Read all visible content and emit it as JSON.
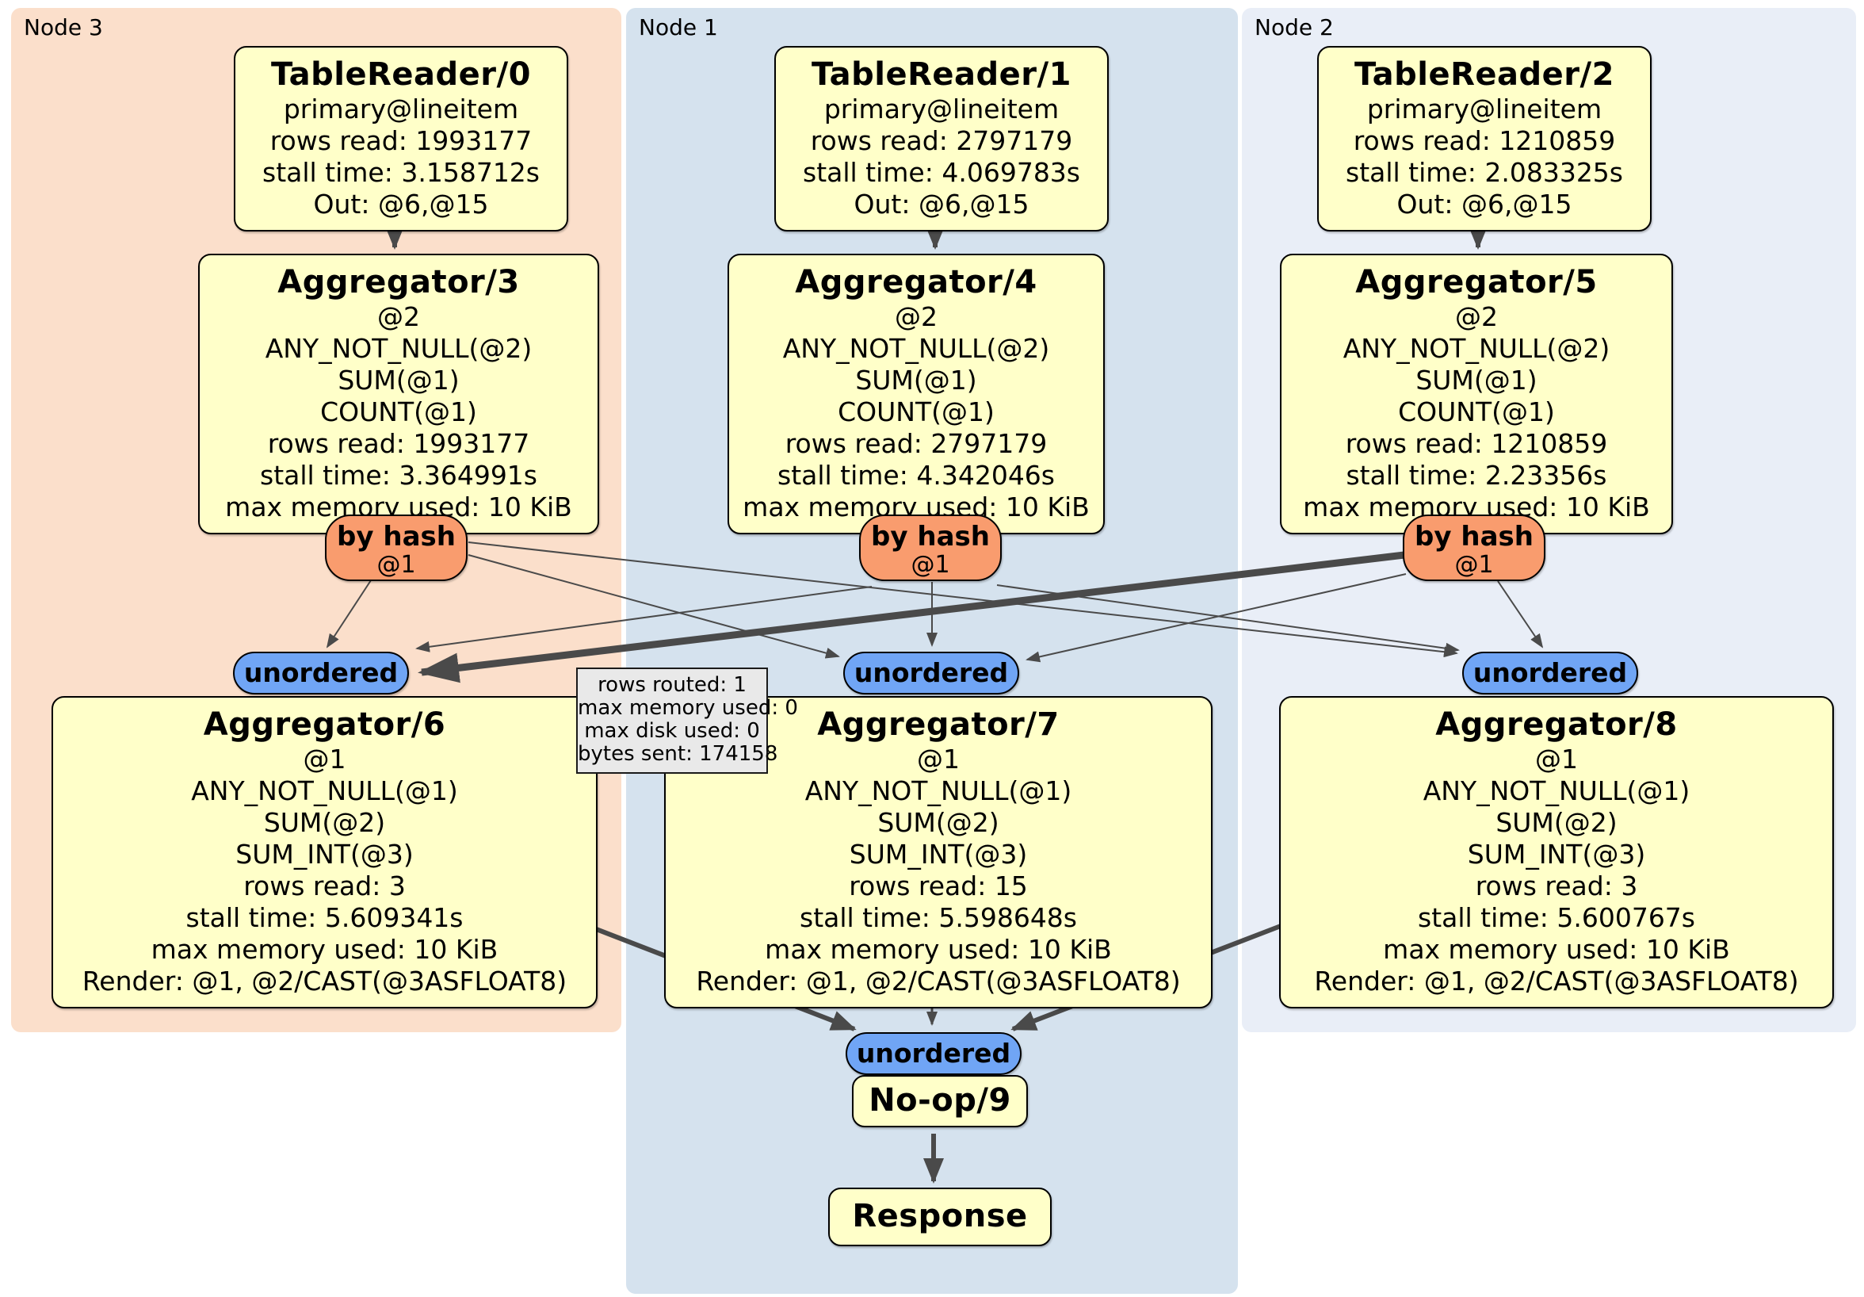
{
  "panels": [
    {
      "label": "Node 3"
    },
    {
      "label": "Node 1"
    },
    {
      "label": "Node 2"
    }
  ],
  "routers": {
    "hash_label": "by hash",
    "hash_sub": "@1",
    "unordered_label": "unordered"
  },
  "nodes": {
    "tr0": {
      "title": "TableReader/0",
      "lines": [
        "primary@lineitem",
        "rows read: 1993177",
        "stall time: 3.158712s",
        "Out: @6,@15"
      ]
    },
    "tr1": {
      "title": "TableReader/1",
      "lines": [
        "primary@lineitem",
        "rows read: 2797179",
        "stall time: 4.069783s",
        "Out: @6,@15"
      ]
    },
    "tr2": {
      "title": "TableReader/2",
      "lines": [
        "primary@lineitem",
        "rows read: 1210859",
        "stall time: 2.083325s",
        "Out: @6,@15"
      ]
    },
    "agg3": {
      "title": "Aggregator/3",
      "lines": [
        "@2",
        "ANY_NOT_NULL(@2)",
        "SUM(@1)",
        "COUNT(@1)",
        "rows read: 1993177",
        "stall time: 3.364991s",
        "max memory used: 10 KiB"
      ]
    },
    "agg4": {
      "title": "Aggregator/4",
      "lines": [
        "@2",
        "ANY_NOT_NULL(@2)",
        "SUM(@1)",
        "COUNT(@1)",
        "rows read: 2797179",
        "stall time: 4.342046s",
        "max memory used: 10 KiB"
      ]
    },
    "agg5": {
      "title": "Aggregator/5",
      "lines": [
        "@2",
        "ANY_NOT_NULL(@2)",
        "SUM(@1)",
        "COUNT(@1)",
        "rows read: 1210859",
        "stall time: 2.23356s",
        "max memory used: 10 KiB"
      ]
    },
    "agg6": {
      "title": "Aggregator/6",
      "lines": [
        "@1",
        "ANY_NOT_NULL(@1)",
        "SUM(@2)",
        "SUM_INT(@3)",
        "rows read: 3",
        "stall time: 5.609341s",
        "max memory used: 10 KiB",
        "Render: @1, @2/CAST(@3ASFLOAT8)"
      ]
    },
    "agg7": {
      "title": "Aggregator/7",
      "lines": [
        "@1",
        "ANY_NOT_NULL(@1)",
        "SUM(@2)",
        "SUM_INT(@3)",
        "rows read: 15",
        "stall time: 5.598648s",
        "max memory used: 10 KiB",
        "Render: @1, @2/CAST(@3ASFLOAT8)"
      ]
    },
    "agg8": {
      "title": "Aggregator/8",
      "lines": [
        "@1",
        "ANY_NOT_NULL(@1)",
        "SUM(@2)",
        "SUM_INT(@3)",
        "rows read: 3",
        "stall time: 5.600767s",
        "max memory used: 10 KiB",
        "Render: @1, @2/CAST(@3ASFLOAT8)"
      ]
    },
    "noop": {
      "title": "No-op/9"
    },
    "response": {
      "title": "Response"
    }
  },
  "tooltip": {
    "lines": [
      "rows routed: 1",
      "max memory used: 0",
      "max disk used: 0",
      "bytes sent: 174158"
    ]
  },
  "colors": {
    "node3_bg": "#fbdfcb",
    "node1_bg": "#d5e2ee",
    "node2_bg": "#e9eef7",
    "processor_bg": "#ffffc9",
    "hash_router_bg": "#f99c6e",
    "stream_bg": "#70a5f5",
    "edge": "#4a4a4a",
    "tooltip_bg": "#e9e9e9"
  }
}
